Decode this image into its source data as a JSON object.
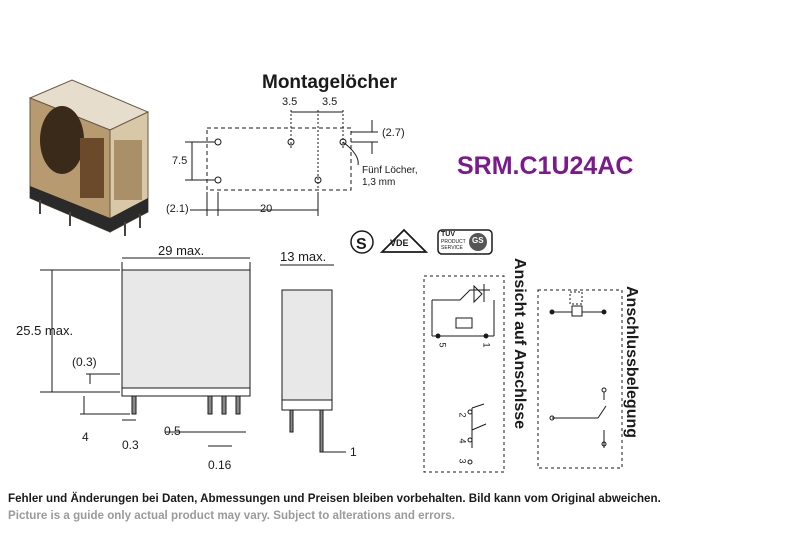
{
  "title": "Montagelöcher",
  "part_number": "SRM.C1U24AC",
  "mounting_holes": {
    "dim_top_left": "3.5",
    "dim_top_right": "3.5",
    "dim_right": "(2.7)",
    "dim_left": "7.5",
    "dim_bottom_left": "(2.1)",
    "dim_bottom": "20",
    "hole_note_line1": "Fünf Löcher,",
    "hole_note_line2": "1,3 mm"
  },
  "dimensions": {
    "width": "29 max.",
    "depth": "13 max.",
    "height": "25.5 max.",
    "offset": "(0.3)",
    "pin_length": "4",
    "pin_offset": "0.3",
    "pin_pitch": "0.5",
    "pin_thickness": "0.16",
    "side_pin": "1"
  },
  "cert": {
    "vde": "VDE",
    "tuv_line1": "TÜV",
    "tuv_line2": "PRODUCT",
    "tuv_line3": "SERVICE",
    "gs": "GS"
  },
  "wiring": {
    "ansicht_label": "Ansicht auf Anschlsse",
    "belegung_label": "Anschlussbelegung",
    "pin_labels": [
      "5",
      "1",
      "2",
      "4",
      "3"
    ]
  },
  "footer": {
    "de": "Fehler und Änderungen bei Daten, Abmessungen und Preisen bleiben vorbehalten. Bild kann vom Original abweichen.",
    "en": "Picture is a guide only actual product may vary. Subject to alterations and errors."
  },
  "colors": {
    "part_number": "#7b1a8c",
    "footer_en": "#9a9a9a"
  }
}
